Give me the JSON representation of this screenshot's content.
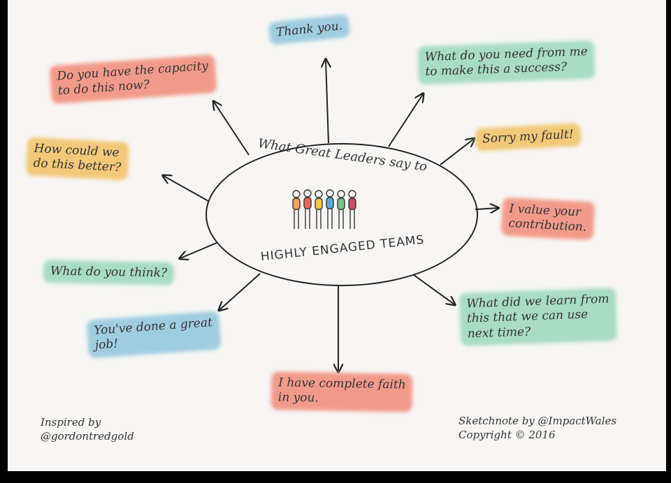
{
  "hub": {
    "title_top": "What Great Leaders say to",
    "title_bottom": "HIGHLY ENGAGED TEAMS",
    "figure_icon": "group-of-people-icon"
  },
  "phrases": [
    {
      "id": "thank-you",
      "text": "Thank you.",
      "color": "#9fcde0"
    },
    {
      "id": "what-do-you-need",
      "text": "What do you need from me\nto make this a success?",
      "color": "#a8dcc4"
    },
    {
      "id": "sorry-my-fault",
      "text": "Sorry my fault!",
      "color": "#f2c879"
    },
    {
      "id": "i-value-your-contribution",
      "text": "I value your\ncontribution.",
      "color": "#f29a8a"
    },
    {
      "id": "what-did-we-learn",
      "text": "What did we learn from\nthis that we can use\nnext time?",
      "color": "#a8dcc4"
    },
    {
      "id": "i-have-complete-faith",
      "text": "I have complete faith\nin you.",
      "color": "#f29a8a"
    },
    {
      "id": "youve-done-a-great-job",
      "text": "You've done a great\njob!",
      "color": "#9fcde0"
    },
    {
      "id": "what-do-you-think",
      "text": "What do you think?",
      "color": "#a8dcc4"
    },
    {
      "id": "how-could-we",
      "text": "How could we\ndo this better?",
      "color": "#f2c879"
    },
    {
      "id": "do-you-have-capacity",
      "text": "Do you have the capacity\nto do this now?",
      "color": "#f29a8a"
    }
  ],
  "credits": {
    "inspired": "Inspired by\n@gordontredgold",
    "sketchnote": "Sketchnote by @ImpactWales\nCopyright © 2016"
  }
}
